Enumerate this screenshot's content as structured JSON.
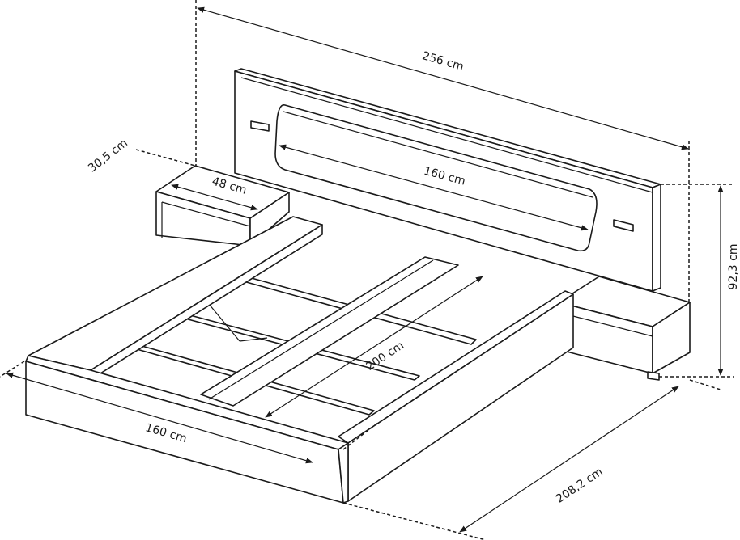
{
  "dimensions": {
    "total_width": "256 cm",
    "headboard_cushion": "160 cm",
    "nightstand_width": "48 cm",
    "nightstand_depth": "30,5 cm",
    "height": "92,3 cm",
    "mattress_length": "200 cm",
    "mattress_width": "160 cm",
    "total_length": "208,2 cm"
  },
  "colors": {
    "line": "#1a1a1a",
    "background": "#ffffff"
  }
}
